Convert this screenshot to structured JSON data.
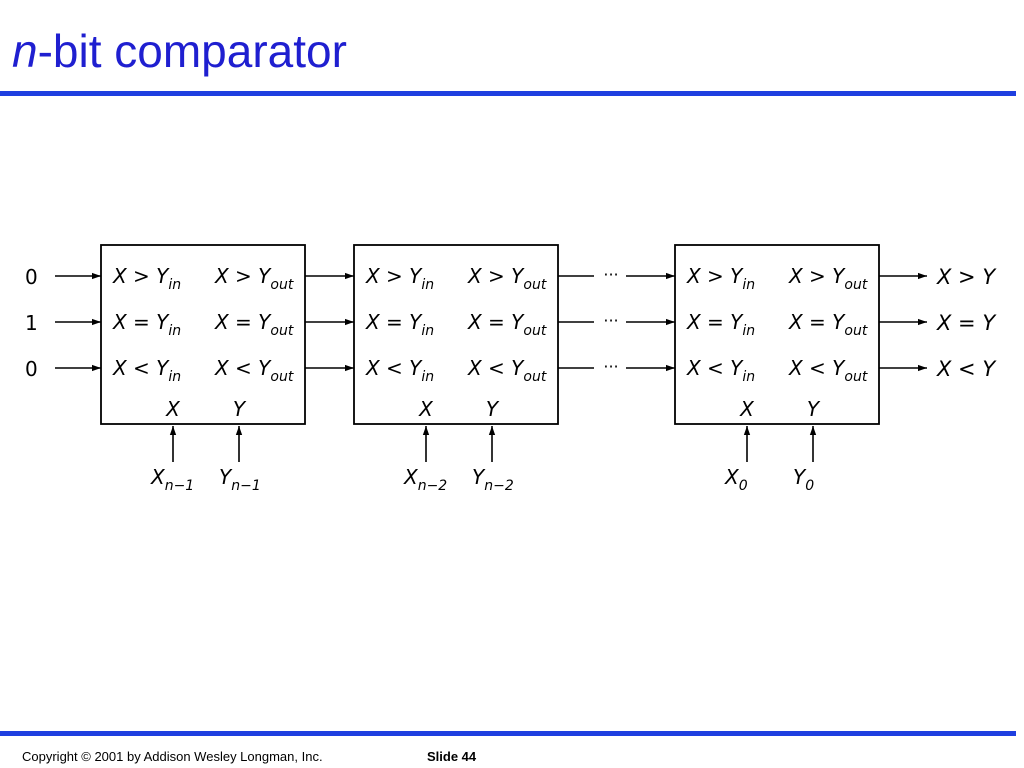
{
  "slide": {
    "title_italic": "n",
    "title_rest": "-bit comparator",
    "copyright": "Copyright © 2001 by Addison Wesley Longman, Inc.",
    "slide_number": "Slide 44"
  },
  "diagram": {
    "initial_inputs": [
      "0",
      "1",
      "0"
    ],
    "gap_ellipsis": "···",
    "block_inputs": {
      "gt": {
        "main": "X > Y",
        "sub": "in"
      },
      "eq": {
        "main": "X = Y",
        "sub": "in"
      },
      "lt": {
        "main": "X < Y",
        "sub": "in"
      }
    },
    "block_outputs": {
      "gt": {
        "main": "X > Y",
        "sub": "out"
      },
      "eq": {
        "main": "X = Y",
        "sub": "out"
      },
      "lt": {
        "main": "X < Y",
        "sub": "out"
      }
    },
    "port_x": "X",
    "port_y": "Y",
    "blocks": [
      {
        "x_in": {
          "main": "X",
          "sub": "n−1"
        },
        "y_in": {
          "main": "Y",
          "sub": "n−1"
        }
      },
      {
        "x_in": {
          "main": "X",
          "sub": "n−2"
        },
        "y_in": {
          "main": "Y",
          "sub": "n−2"
        }
      },
      {
        "x_in": {
          "main": "X",
          "sub": "0"
        },
        "y_in": {
          "main": "Y",
          "sub": "0"
        }
      }
    ],
    "final_outputs": [
      "X > Y",
      "X = Y",
      "X < Y"
    ],
    "colors": {
      "title": "#1f1fd0",
      "rule": "#1f3fe0",
      "ink": "#000000"
    }
  }
}
